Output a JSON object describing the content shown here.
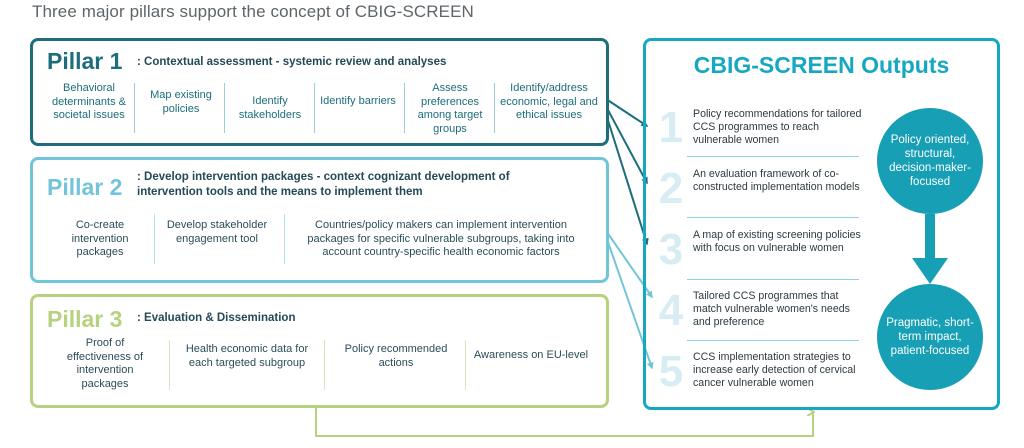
{
  "title": "Three major pillars support the concept of CBIG-SCREEN",
  "pillars": [
    {
      "name": "Pillar 1",
      "subtitle": ": Contextual assessment - systemic review and analyses",
      "items": [
        "Behavioral determinants & societal issues",
        "Map existing policies",
        "Identify stakeholders",
        "Identify barriers",
        "Assess preferences among target groups",
        "Identify/address economic, legal and ethical issues"
      ]
    },
    {
      "name": "Pillar 2",
      "subtitle": ": Develop intervention packages - context cognizant development of intervention tools and the means to implement them",
      "items": [
        "Co-create intervention packages",
        "Develop stakeholder engagement tool",
        "Countries/policy makers can implement intervention packages for specific vulnerable subgroups, taking into account country-specific health economic factors"
      ]
    },
    {
      "name": "Pillar 3",
      "subtitle": ": Evaluation & Dissemination",
      "items": [
        "Proof of effectiveness of intervention packages",
        "Health economic data for each targeted subgroup",
        "Policy recommended actions",
        "Awareness on EU-level"
      ]
    }
  ],
  "outputs": {
    "title": "CBIG-SCREEN Outputs",
    "items": [
      {
        "number": "1",
        "text": "Policy recommendations for tailored CCS programmes to reach vulnerable women"
      },
      {
        "number": "2",
        "text": "An evaluation framework of co-constructed implementation models"
      },
      {
        "number": "3",
        "text": "A map of existing screening policies with focus on vulnerable women"
      },
      {
        "number": "4",
        "text": "Tailored CCS programmes that match vulnerable women's needs and preference"
      },
      {
        "number": "5",
        "text": "CCS implementation strategies to increase early detection of cervical cancer vulnerable women"
      }
    ],
    "circles": [
      "Policy oriented, structural, decision-maker-focused",
      "Pragmatic, short-term impact, patient-focused"
    ]
  },
  "colors": {
    "pillar1": "#1d6d7c",
    "pillar2": "#72c5d8",
    "pillar3": "#b7d27f",
    "outputs": "#16a8c1",
    "circle": "#179fb5",
    "number": "#d7edf3"
  }
}
